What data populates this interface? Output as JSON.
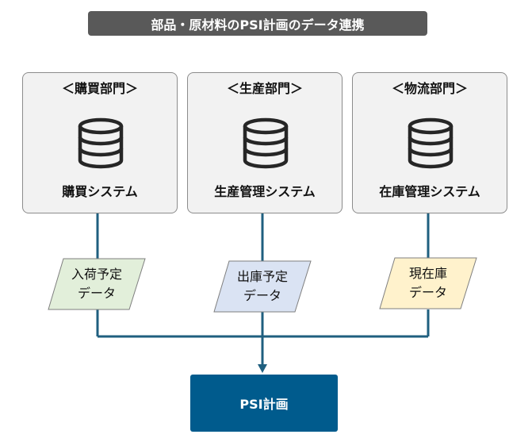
{
  "title": "部品・原材料のPSI計画のデータ連携",
  "departments": [
    {
      "name": "＜購買部門＞",
      "icon": "database-icon",
      "system": "購買システム"
    },
    {
      "name": "＜生産部門＞",
      "icon": "database-icon",
      "system": "生産管理システム"
    },
    {
      "name": "＜物流部門＞",
      "icon": "database-icon",
      "system": "在庫管理システム"
    }
  ],
  "data_items": [
    {
      "line1": "入荷予定",
      "line2": "データ",
      "color": "#e2efda"
    },
    {
      "line1": "出庫予定",
      "line2": "データ",
      "color": "#dae3f3"
    },
    {
      "line1": "現在庫",
      "line2": "データ",
      "color": "#fff2cc"
    }
  ],
  "target": {
    "label": "PSI計画",
    "color": "#005b8d"
  },
  "colors": {
    "connector": "#1f5f7f",
    "box_fill": "#f2f2f2",
    "title_fill": "#595959"
  }
}
